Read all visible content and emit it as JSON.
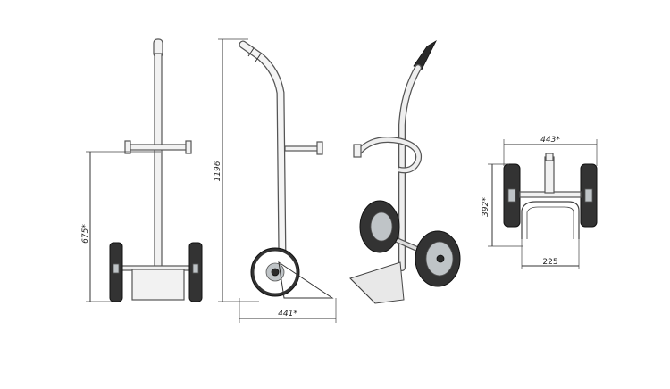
{
  "views": {
    "front": {
      "height_dim": "675*"
    },
    "side": {
      "height_dim": "1196",
      "width_dim": "441*"
    },
    "iso": {},
    "top": {
      "width_dim": "443*",
      "depth_dim": "392*",
      "plate_dim": "225"
    }
  },
  "colors": {
    "line": "#333333",
    "tyre": "#2a2a2a",
    "metal": "#bfc4c7"
  }
}
